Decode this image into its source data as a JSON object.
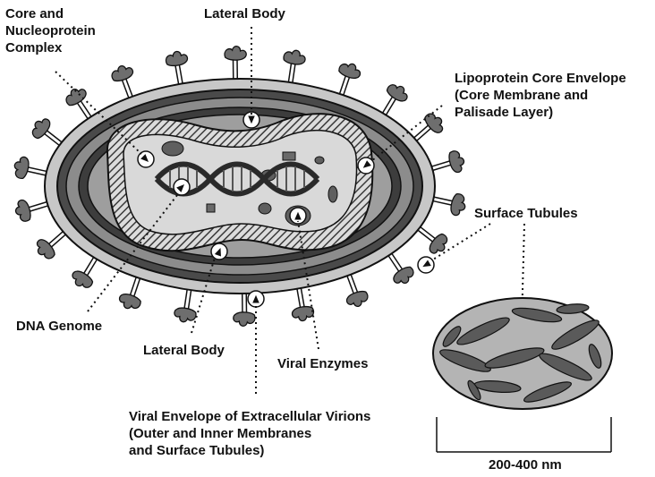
{
  "labels": {
    "core_and_nucleoprotein": [
      "Core and",
      "Nucleoprotein",
      "Complex"
    ],
    "lateral_body_top": "Lateral Body",
    "lipoprotein_core_envelope": [
      "Lipoprotein Core Envelope",
      "(Core Membrane and",
      "Palisade Layer)"
    ],
    "surface_tubules": "Surface Tubules",
    "dna_genome": "DNA Genome",
    "lateral_body_bottom": "Lateral Body",
    "viral_enzymes": "Viral Enzymes",
    "viral_envelope": [
      "Viral Envelope of Extracellular Virions",
      "(Outer and Inner Membranes",
      "and Surface Tubules)"
    ],
    "scale_bar": "200-400 nm"
  },
  "colors": {
    "outer_layer": "#c7c7c7",
    "envelope_dark": "#3d3d3d",
    "envelope_mid": "#8c8c8c",
    "core_fill": "#d9d9d9",
    "palisade_dark": "#3a3a3a",
    "spike": "#6e6e6e",
    "tubule_fill": "#5a5a5a",
    "tubule_bg": "#b4b4b4"
  }
}
